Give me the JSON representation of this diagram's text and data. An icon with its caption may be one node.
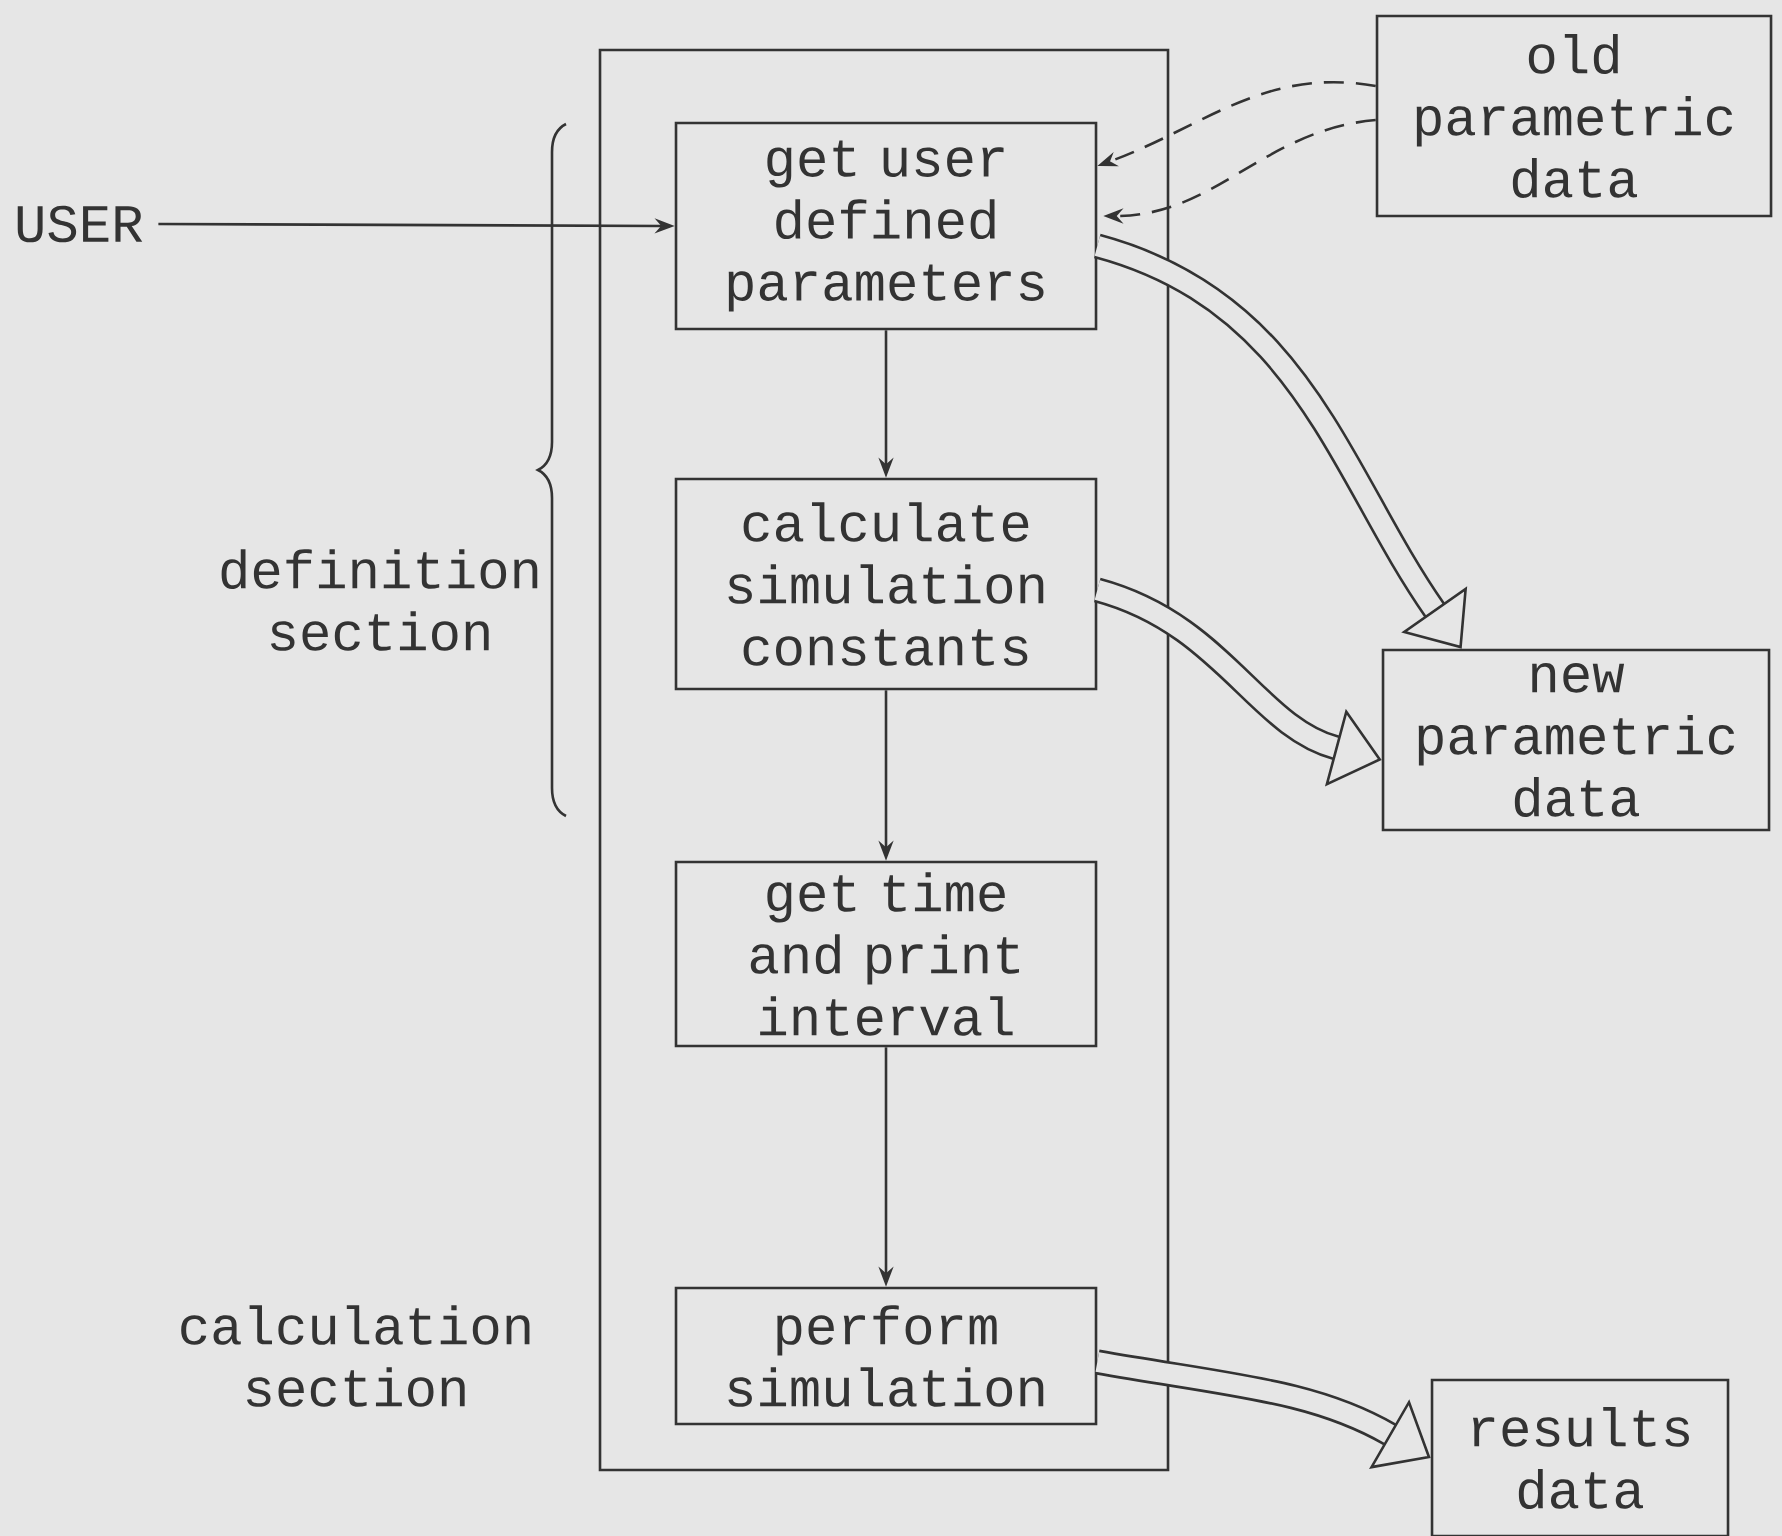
{
  "diagram": {
    "nodes": [
      {
        "text": [],
        "shape": "box"
      },
      {
        "text": [
          "get user defined parameters"
        ],
        "in": 0
      },
      {
        "text": [
          "calculate simulation constants"
        ],
        "in": 0
      },
      {
        "text": [
          "get time and print interval"
        ],
        "in": 0
      },
      {
        "text": [
          "perform simulation"
        ],
        "in": 0
      },
      {
        "text": [
          "old parametric data"
        ]
      },
      {
        "text": [
          "new parametric data"
        ]
      },
      {
        "text": [
          "results data"
        ]
      },
      {
        "text": [
          "USER"
        ]
      }
    ],
    "edges": [
      {
        "from": 8,
        "to": 1,
        "arrow": "to"
      },
      {
        "from": 1,
        "to": 2,
        "arrow": "to"
      },
      {
        "from": 2,
        "to": 3,
        "arrow": "to"
      },
      {
        "from": 3,
        "to": 4,
        "arrow": "to"
      },
      {
        "from": 5,
        "to": 1,
        "arrow": "to",
        "style": "dashed"
      },
      {
        "from": 5,
        "to": 1,
        "arrow": "to",
        "style": "dashed"
      },
      {
        "from": 1,
        "to": 6,
        "arrow": "to",
        "style": "thick"
      },
      {
        "from": 2,
        "to": 6,
        "arrow": "to",
        "style": "thick"
      },
      {
        "from": 4,
        "to": 7,
        "arrow": "to",
        "style": "thick"
      }
    ],
    "labels": [
      "definition section",
      "calculation section"
    ]
  }
}
